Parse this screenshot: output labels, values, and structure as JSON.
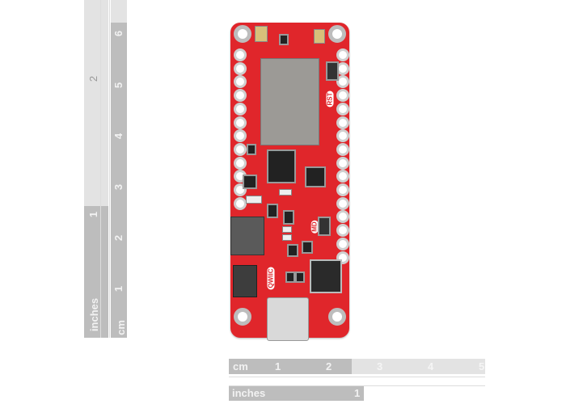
{
  "vertical_ruler": {
    "inch_label": "inches",
    "inch_marks": [
      "1",
      "2"
    ],
    "cm_label": "cm",
    "cm_marks": [
      "1",
      "2",
      "3",
      "4",
      "5",
      "6"
    ]
  },
  "horizontal_ruler": {
    "cm_label": "cm",
    "cm_marks": [
      "1",
      "2",
      "3",
      "4",
      "5"
    ],
    "inch_label": "inches",
    "inch_marks": [
      "1"
    ]
  },
  "board": {
    "silkscreen": [
      "RST",
      "MD",
      "QWIIC"
    ],
    "color": "#e0262b"
  }
}
